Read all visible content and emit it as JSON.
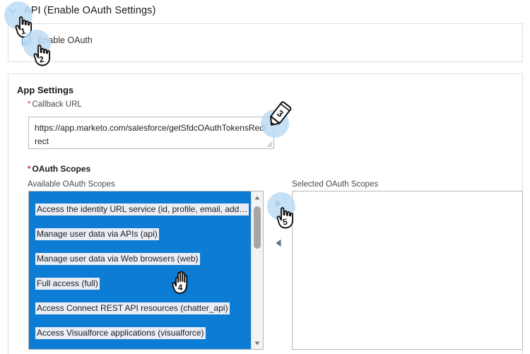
{
  "section": {
    "title": "API (Enable OAuth Settings)",
    "chevron_icon": "chevron-down-icon",
    "expanded": true
  },
  "enable_oauth": {
    "label": "Enable OAuth",
    "checked": true
  },
  "app_settings": {
    "title": "App Settings",
    "callback_url": {
      "label": "Callback URL",
      "required": true,
      "value": "https://app.marketo.com/salesforce/getSfdcOAuthTokensRedirect"
    },
    "oauth_scopes": {
      "label": "OAuth Scopes",
      "required": true,
      "available_label": "Available OAuth Scopes",
      "selected_label": "Selected OAuth Scopes",
      "available_items": [
        "Access the identity URL service (id, profile, email, add…",
        "Manage user data via APIs (api)",
        "Manage user data via Web browsers (web)",
        "Full access (full)",
        "Access Connect REST API resources (chatter_api)",
        "Access Visualforce applications (visualforce)"
      ],
      "selected_items": [],
      "add_button_icon": "right-arrow-icon",
      "remove_button_icon": "left-arrow-icon"
    }
  },
  "annotations": [
    {
      "step": "1",
      "type": "pointing-hand",
      "target": "section-chevron"
    },
    {
      "step": "2",
      "type": "pointing-hand",
      "target": "enable-oauth-checkbox"
    },
    {
      "step": "3",
      "type": "pencil",
      "target": "callback-url-textarea"
    },
    {
      "step": "4",
      "type": "open-hand",
      "target": "available-scopes-list"
    },
    {
      "step": "5",
      "type": "pointing-hand",
      "target": "add-scope-button"
    }
  ],
  "colors": {
    "selection_blue": "#0c7cd5",
    "halo_blue": "#bcdcf5",
    "chevron_blue": "#1f6fb2",
    "required_red": "#c23934",
    "item_text_bg": "#eaedf5"
  }
}
